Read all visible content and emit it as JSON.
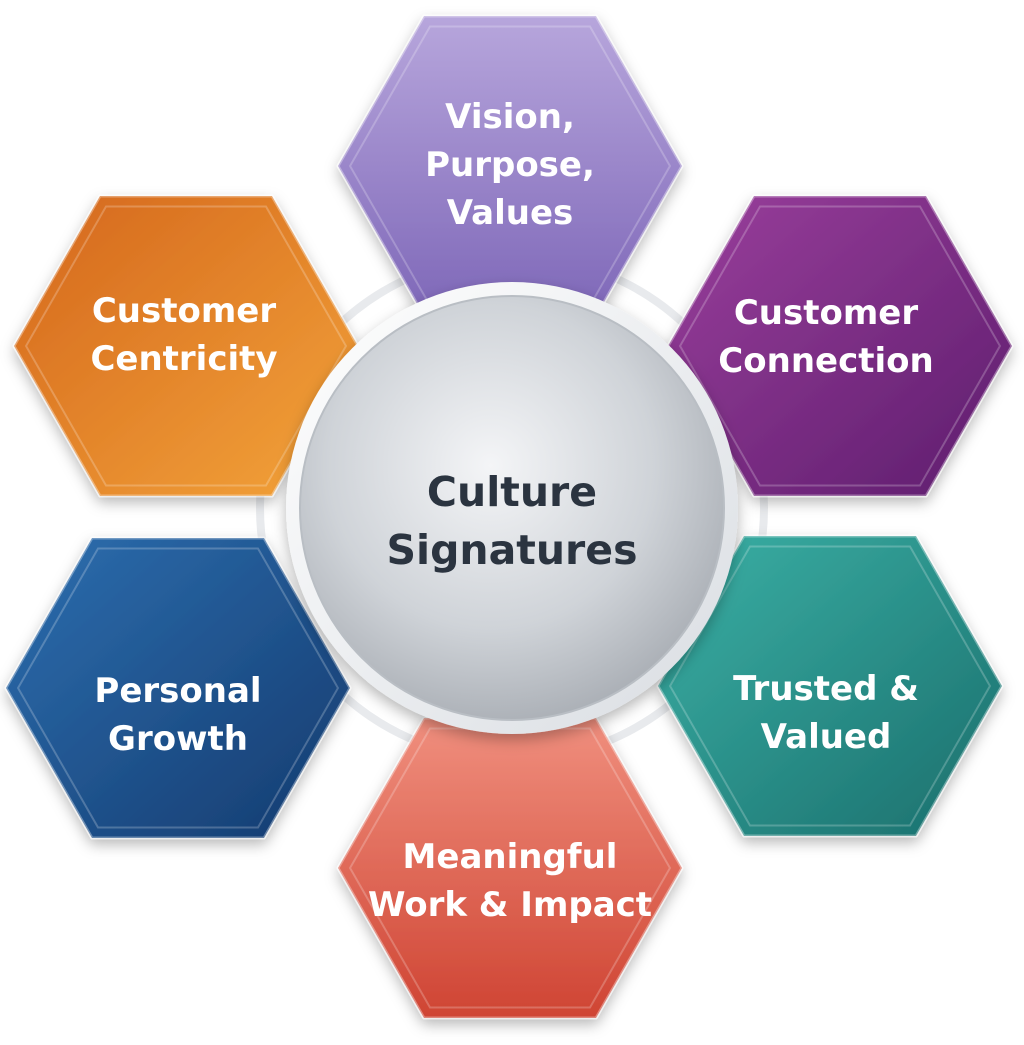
{
  "center": {
    "lines": [
      "Culture",
      "Signatures"
    ]
  },
  "segments": [
    {
      "id": "vision",
      "lines": [
        "Vision,",
        "Purpose,",
        "Values"
      ],
      "color_light": "#b7a6dc",
      "color_dark": "#7e67b8"
    },
    {
      "id": "customer-connection",
      "lines": [
        "Customer",
        "Connection"
      ],
      "color_light": "#9a3f9c",
      "color_dark": "#5d1d6d"
    },
    {
      "id": "trusted-valued",
      "lines": [
        "Trusted &",
        "Valued"
      ],
      "color_light": "#3bb1a6",
      "color_dark": "#1a6e6c"
    },
    {
      "id": "meaningful-work",
      "lines": [
        "Meaningful",
        "Work & Impact"
      ],
      "color_light": "#f08f7e",
      "color_dark": "#cf4433"
    },
    {
      "id": "personal-growth",
      "lines": [
        "Personal",
        "Growth"
      ],
      "color_light": "#2d6fb0",
      "color_dark": "#143a6e"
    },
    {
      "id": "customer-centricity",
      "lines": [
        "Customer",
        "Centricity"
      ],
      "color_light": "#f3a43a",
      "color_dark": "#d4661c"
    }
  ]
}
